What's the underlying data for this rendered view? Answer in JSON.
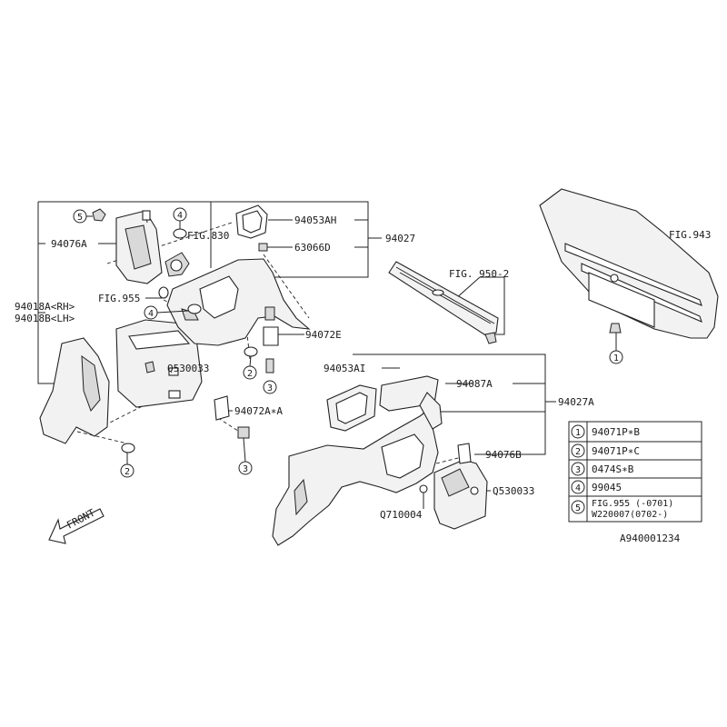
{
  "labels": {
    "p94076A": "94076A",
    "p94018A": "94018A<RH>",
    "p94018B": "94018B<LH>",
    "fig830": "FIG.830",
    "fig955": "FIG.955",
    "p94053AH": "94053AH",
    "p63066D": "63066D",
    "p94027": "94027",
    "p94072E": "94072E",
    "q530033_left": "Q530033",
    "p94072A": "94072A∗A",
    "fig943": "FIG.943",
    "fig950": "FIG. 950-2",
    "p94053AI": "94053AI",
    "p94087A": "94087A",
    "p94027A": "94027A",
    "p94076B": "94076B",
    "q530033_right": "Q530033",
    "q710004": "Q710004",
    "front": "FRONT",
    "diagram_id": "A940001234"
  },
  "callouts": {
    "c1": "1",
    "c2": "2",
    "c3": "3",
    "c4": "4",
    "c5": "5"
  },
  "legend": [
    {
      "num": "1",
      "text": "94071P∗B"
    },
    {
      "num": "2",
      "text": "94071P∗C"
    },
    {
      "num": "3",
      "text": "0474S∗B"
    },
    {
      "num": "4",
      "text": "99045"
    },
    {
      "num": "5",
      "text": "FIG.955 (-0701)",
      "text2": "W220007(0702-)"
    }
  ]
}
